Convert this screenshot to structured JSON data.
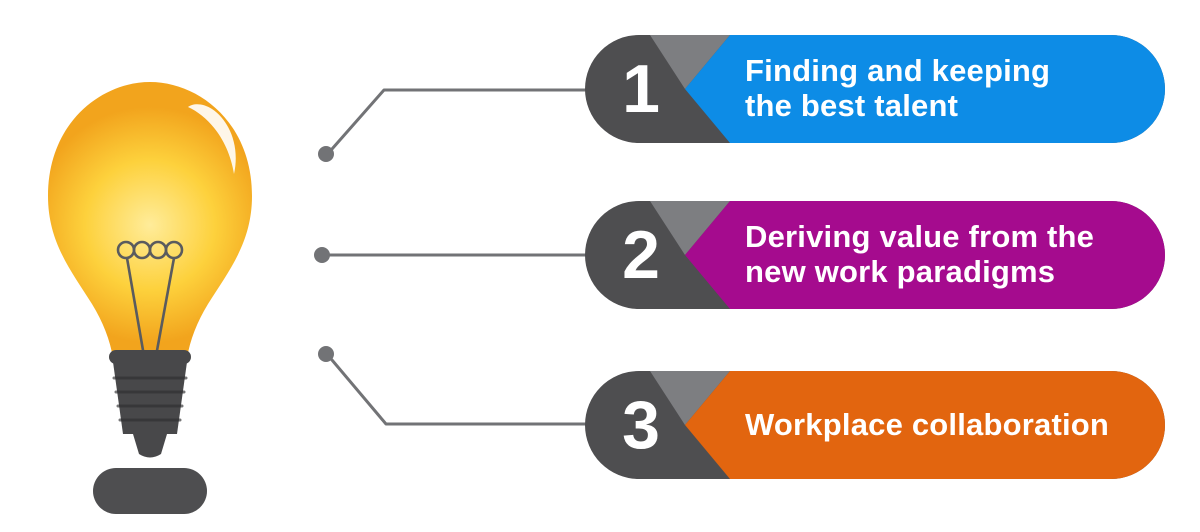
{
  "items": [
    {
      "number": "1",
      "line1": "Finding and keeping",
      "line2": "the best talent",
      "color": "#0d8ce6"
    },
    {
      "number": "2",
      "line1": "Deriving value from the",
      "line2": "new work paradigms",
      "color": "#a50b8e"
    },
    {
      "number": "3",
      "line1": "Workplace collaboration",
      "line2": "",
      "color": "#e2650f"
    }
  ],
  "colors": {
    "pill_gray": "#4e4e50",
    "fold_gray": "#7d7e81",
    "connector_gray": "#727376",
    "text_white": "#ffffff",
    "background": "#ffffff"
  },
  "bulb": {
    "icon": "lightbulb-icon",
    "glass_center": "#ffec9a",
    "glass_mid": "#fdd13c",
    "glass_edge": "#f2a41d",
    "highlight": "#ffffff",
    "filament": "#5a5b5e",
    "base_gray": "#48484a",
    "ridge_dark": "#2e2e30",
    "shadow_gray": "#4e4e50"
  }
}
